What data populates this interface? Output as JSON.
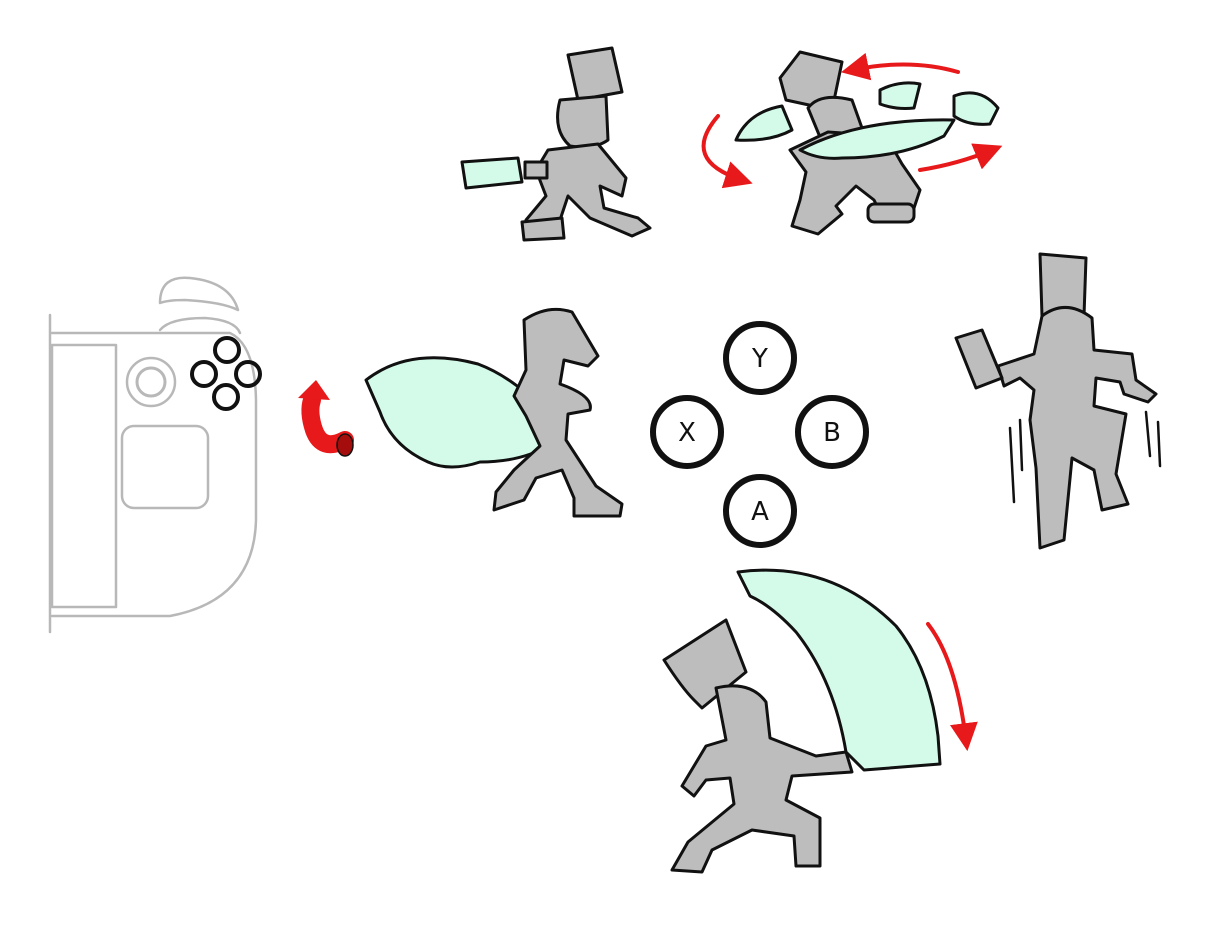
{
  "colors": {
    "background": "#ffffff",
    "figure_fill": "#bdbdbd",
    "outline": "#111111",
    "slash_fill": "#d4fbea",
    "arrow_red": "#e8191b",
    "device_outline": "#b8b8b8"
  },
  "face_buttons": [
    {
      "id": "y",
      "label": "Y"
    },
    {
      "id": "x",
      "label": "X"
    },
    {
      "id": "b",
      "label": "B"
    },
    {
      "id": "a",
      "label": "A"
    }
  ],
  "illustrations": [
    {
      "name": "handheld-controller",
      "icon": "controller-icon"
    },
    {
      "name": "stick-flick-arrow",
      "icon": "curved-arrow-up-icon"
    },
    {
      "name": "horizontal-slash-figure",
      "button": "x"
    },
    {
      "name": "windup-figure",
      "button": "y"
    },
    {
      "name": "spin-slash-figure",
      "button": "y"
    },
    {
      "name": "jump-figure",
      "button": "b"
    },
    {
      "name": "overhead-slash-figure",
      "button": "a"
    }
  ]
}
